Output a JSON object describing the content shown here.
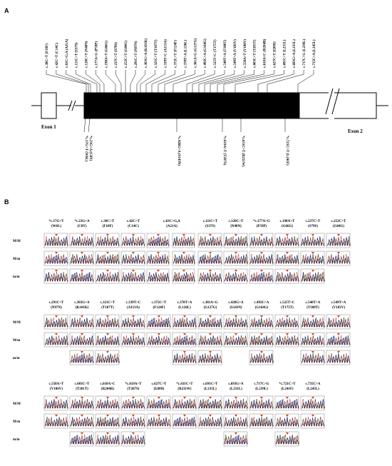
{
  "panels": {
    "a": "A",
    "b": "B"
  },
  "gene": {
    "exon1": "Exon 1",
    "exon2": "Exon 2"
  },
  "top_labels": [
    "c.38C>T (F10F)",
    "c.42C>T (C14C)",
    "c.63C>G,A (A21A)",
    "c.111C>T (S37S)",
    "c.120C>T (N40N)",
    "c.177A>G (P59P)",
    "c.198A>T (G66G)",
    "c.237C>T (S79S)",
    "c.252C>T (G84G)",
    "c.291C>T (N97N)",
    "c.303G>A (K101K)",
    "c.321C>T (T107T)",
    "c.339T>C (A113A)",
    "c.372C>T (F124F)",
    "c.378T>A (L126L)",
    "c.381A>G (G127G)",
    "c.492C>A (G164G)",
    "c.525T>C (T175T)",
    "c.540T>A (T180T)",
    "c.549T>A (V183V)",
    "c.558A>T (V186V)",
    "c.603C>T (T201T)",
    "c.610A>C (R204R)",
    "c.627C>T (I209I)",
    "c.691C>T (L231L)",
    "c.693G>A (L231L)",
    "c.717C>G (L239L)",
    "c.735C>A (L245L)"
  ],
  "bottom_labels": [
    "*c.17G>T (W6L)",
    "*c.23G>A (C8Y)",
    "*c.428G>A (S143N)",
    "*c.619A>T (T207S)",
    "*c.631C>T (R211W)",
    "*c.721C>T (L241F)"
  ],
  "genotypes": [
    "M/M",
    "M/m",
    "m/m"
  ],
  "rows": [
    {
      "headers": [
        {
          "l1": "*c.17G>T",
          "l2": "(W6L)",
          "mm": true,
          "Mm": true,
          "m2": true
        },
        {
          "l1": "*c.23G>A",
          "l2": "(C8Y)",
          "mm": true,
          "Mm": true,
          "m2": true
        },
        {
          "l1": "c.30C>T",
          "l2": "(F10F)",
          "mm": true,
          "Mm": true,
          "m2": true
        },
        {
          "l1": "c.42C>T",
          "l2": "(C14C)",
          "mm": true,
          "Mm": true,
          "m2": true
        },
        {
          "l1": "c.63C>G,A",
          "l2": "(A21A)",
          "mm": true,
          "Mm": true,
          "m2": true,
          "wide": true
        },
        {
          "l1": "c.111C>T",
          "l2": "(S37S)",
          "mm": true,
          "Mm": true,
          "m2": true
        },
        {
          "l1": "c.120C>T",
          "l2": "(N40N)",
          "mm": true,
          "Mm": true,
          "m2": true
        },
        {
          "l1": "*c.177A>G",
          "l2": "(P59P)",
          "mm": true,
          "Mm": true,
          "m2": true
        },
        {
          "l1": "c.198A>T",
          "l2": "(G66G)",
          "mm": true,
          "Mm": true,
          "m2": true
        },
        {
          "l1": "c.237C>T",
          "l2": "(S79S)",
          "mm": true,
          "Mm": true,
          "m2": true
        },
        {
          "l1": "c.252C>T",
          "l2": "(G84G)",
          "mm": true,
          "Mm": true,
          "m2": false
        }
      ]
    },
    {
      "headers": [
        {
          "l1": "c.291C>T",
          "l2": "(N97N)",
          "mm": true,
          "Mm": true,
          "m2": false
        },
        {
          "l1": "c.303G>A",
          "l2": "(K101K)",
          "mm": true,
          "Mm": true,
          "m2": true
        },
        {
          "l1": "c.321C>T",
          "l2": "(T107T)",
          "mm": true,
          "Mm": true,
          "m2": true
        },
        {
          "l1": "c.339T>C",
          "l2": "(A113A)",
          "mm": true,
          "Mm": true,
          "m2": false
        },
        {
          "l1": "c.372C>T",
          "l2": "(F124F)",
          "mm": true,
          "Mm": true,
          "m2": false
        },
        {
          "l1": "c.378T>A",
          "l2": "(L126L)",
          "mm": true,
          "Mm": true,
          "m2": true
        },
        {
          "l1": "c.381A>G",
          "l2": "(G127G)",
          "mm": true,
          "Mm": true,
          "m2": true
        },
        {
          "l1": "c.428G>A",
          "l2": "(S143N)",
          "mm": true,
          "Mm": true,
          "m2": false
        },
        {
          "l1": "c.492C>A",
          "l2": "(G164G)",
          "mm": true,
          "Mm": true,
          "m2": true
        },
        {
          "l1": "c.525T>C",
          "l2": "(T175T)",
          "mm": true,
          "Mm": true,
          "m2": false
        },
        {
          "l1": "c.540T>A",
          "l2": "(T180T)",
          "mm": true,
          "Mm": true,
          "m2": true
        },
        {
          "l1": "c.549T>A",
          "l2": "(V183V)",
          "mm": true,
          "Mm": true,
          "m2": true
        }
      ]
    },
    {
      "headers": [
        {
          "l1": "c.558A>T",
          "l2": "(V186V)",
          "mm": true,
          "Mm": true,
          "m2": false
        },
        {
          "l1": "c.603C>T",
          "l2": "(T201T)",
          "mm": true,
          "Mm": true,
          "m2": true
        },
        {
          "l1": "c.610A>C",
          "l2": "(R204R)",
          "mm": true,
          "Mm": true,
          "m2": true
        },
        {
          "l1": "*c.619A>T",
          "l2": "(T207S)",
          "mm": true,
          "Mm": true,
          "m2": true
        },
        {
          "l1": "c.627C>T",
          "l2": "(I209I)",
          "mm": true,
          "Mm": true,
          "m2": false
        },
        {
          "l1": "*c.631C>T",
          "l2": "(R211W)",
          "mm": true,
          "Mm": true,
          "m2": false
        },
        {
          "l1": "c.691C>T",
          "l2": "(L231L)",
          "mm": true,
          "Mm": true,
          "m2": false
        },
        {
          "l1": "c.693G>A",
          "l2": "(L231L)",
          "mm": true,
          "Mm": true,
          "m2": true
        },
        {
          "l1": "c.717C>G",
          "l2": "(L239L)",
          "mm": true,
          "Mm": true,
          "m2": false
        },
        {
          "l1": "*c.721C>T",
          "l2": "(L241F)",
          "mm": true,
          "Mm": true,
          "m2": true
        },
        {
          "l1": "c.735C>A",
          "l2": "(L245L)",
          "mm": true,
          "Mm": true,
          "m2": false
        }
      ]
    }
  ],
  "colors": {
    "black": "#000000",
    "trace_a": "#2f6e2b",
    "trace_b": "#2a3cd2",
    "trace_c": "#b21d1d",
    "trace_d": "#111111",
    "arrow": "#d2401c"
  }
}
